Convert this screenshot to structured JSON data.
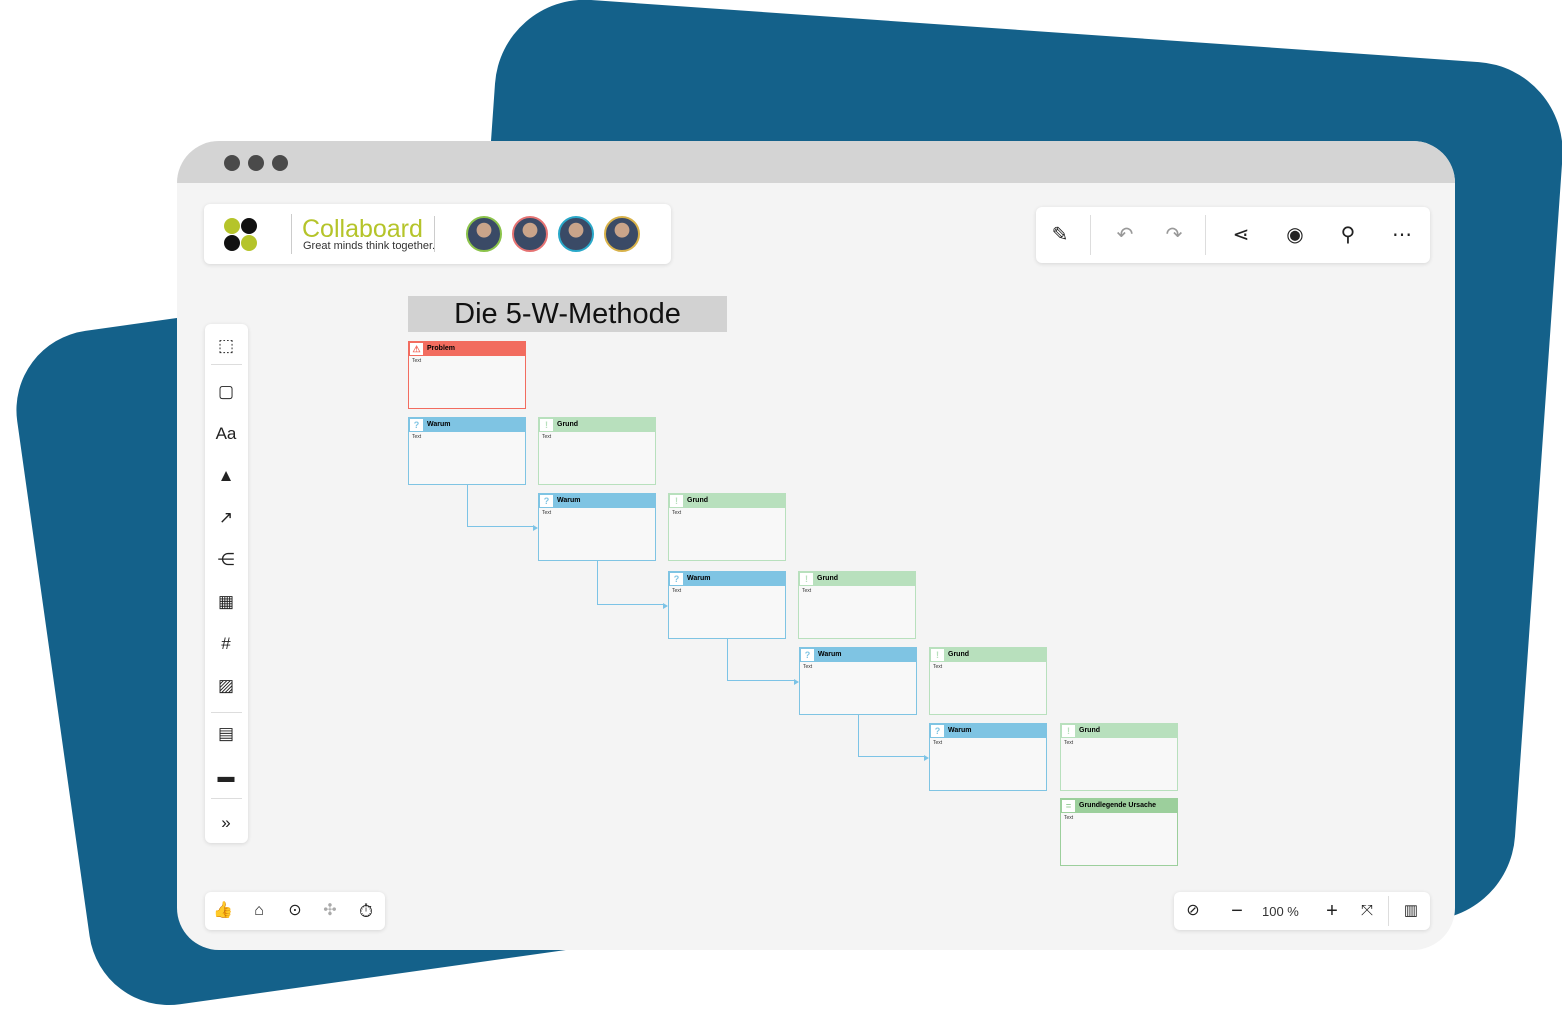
{
  "window": {
    "dots": 3
  },
  "brand": {
    "name": "Collaboard",
    "tagline": "Great minds think together.",
    "logo_colors": [
      "#b5c42a",
      "#111111"
    ]
  },
  "avatars": [
    {
      "ring": "#8bc34a"
    },
    {
      "ring": "#e57373"
    },
    {
      "ring": "#29a8c9"
    },
    {
      "ring": "#d8b24a"
    }
  ],
  "toolbar_right": {
    "icons": [
      "pen-sparkle-icon",
      "undo-icon",
      "redo-icon",
      "share-icon",
      "follow-user-icon",
      "search-icon",
      "more-icon"
    ]
  },
  "sidebar": {
    "icons": [
      "select-frame-icon",
      "sticky-note-icon",
      "text-icon",
      "shapes-icon",
      "connector-icon",
      "mindmap-icon",
      "table-icon",
      "frame-icon",
      "media-icon",
      "template-icon",
      "comment-icon",
      "expand-icon"
    ],
    "text_label": "Aa"
  },
  "bottom_left": {
    "icons": [
      "thumbs-up-icon",
      "presentation-icon",
      "focus-icon",
      "attention-icon",
      "timer-icon"
    ]
  },
  "zoom": {
    "value": "100 %"
  },
  "canvas": {
    "title": "Die 5-W-Methode",
    "text_placeholder": "Text",
    "colors": {
      "problem": "#f26c5f",
      "warum": "#7fc4e3",
      "grund": "#b8e0bd",
      "root": "#9ccf9c"
    },
    "cards": [
      {
        "type": "problem",
        "label": "Problem",
        "text": "Text"
      },
      {
        "type": "warum",
        "label": "Warum",
        "text": "Text"
      },
      {
        "type": "grund",
        "label": "Grund",
        "text": "Text"
      },
      {
        "type": "warum",
        "label": "Warum",
        "text": "Text"
      },
      {
        "type": "grund",
        "label": "Grund",
        "text": "Text"
      },
      {
        "type": "warum",
        "label": "Warum",
        "text": "Text"
      },
      {
        "type": "grund",
        "label": "Grund",
        "text": "Text"
      },
      {
        "type": "warum",
        "label": "Warum",
        "text": "Text"
      },
      {
        "type": "grund",
        "label": "Grund",
        "text": "Text"
      },
      {
        "type": "warum",
        "label": "Warum",
        "text": "Text"
      },
      {
        "type": "grund",
        "label": "Grund",
        "text": "Text"
      },
      {
        "type": "root",
        "label": "Grundlegende Ursache",
        "text": "Text"
      }
    ]
  }
}
